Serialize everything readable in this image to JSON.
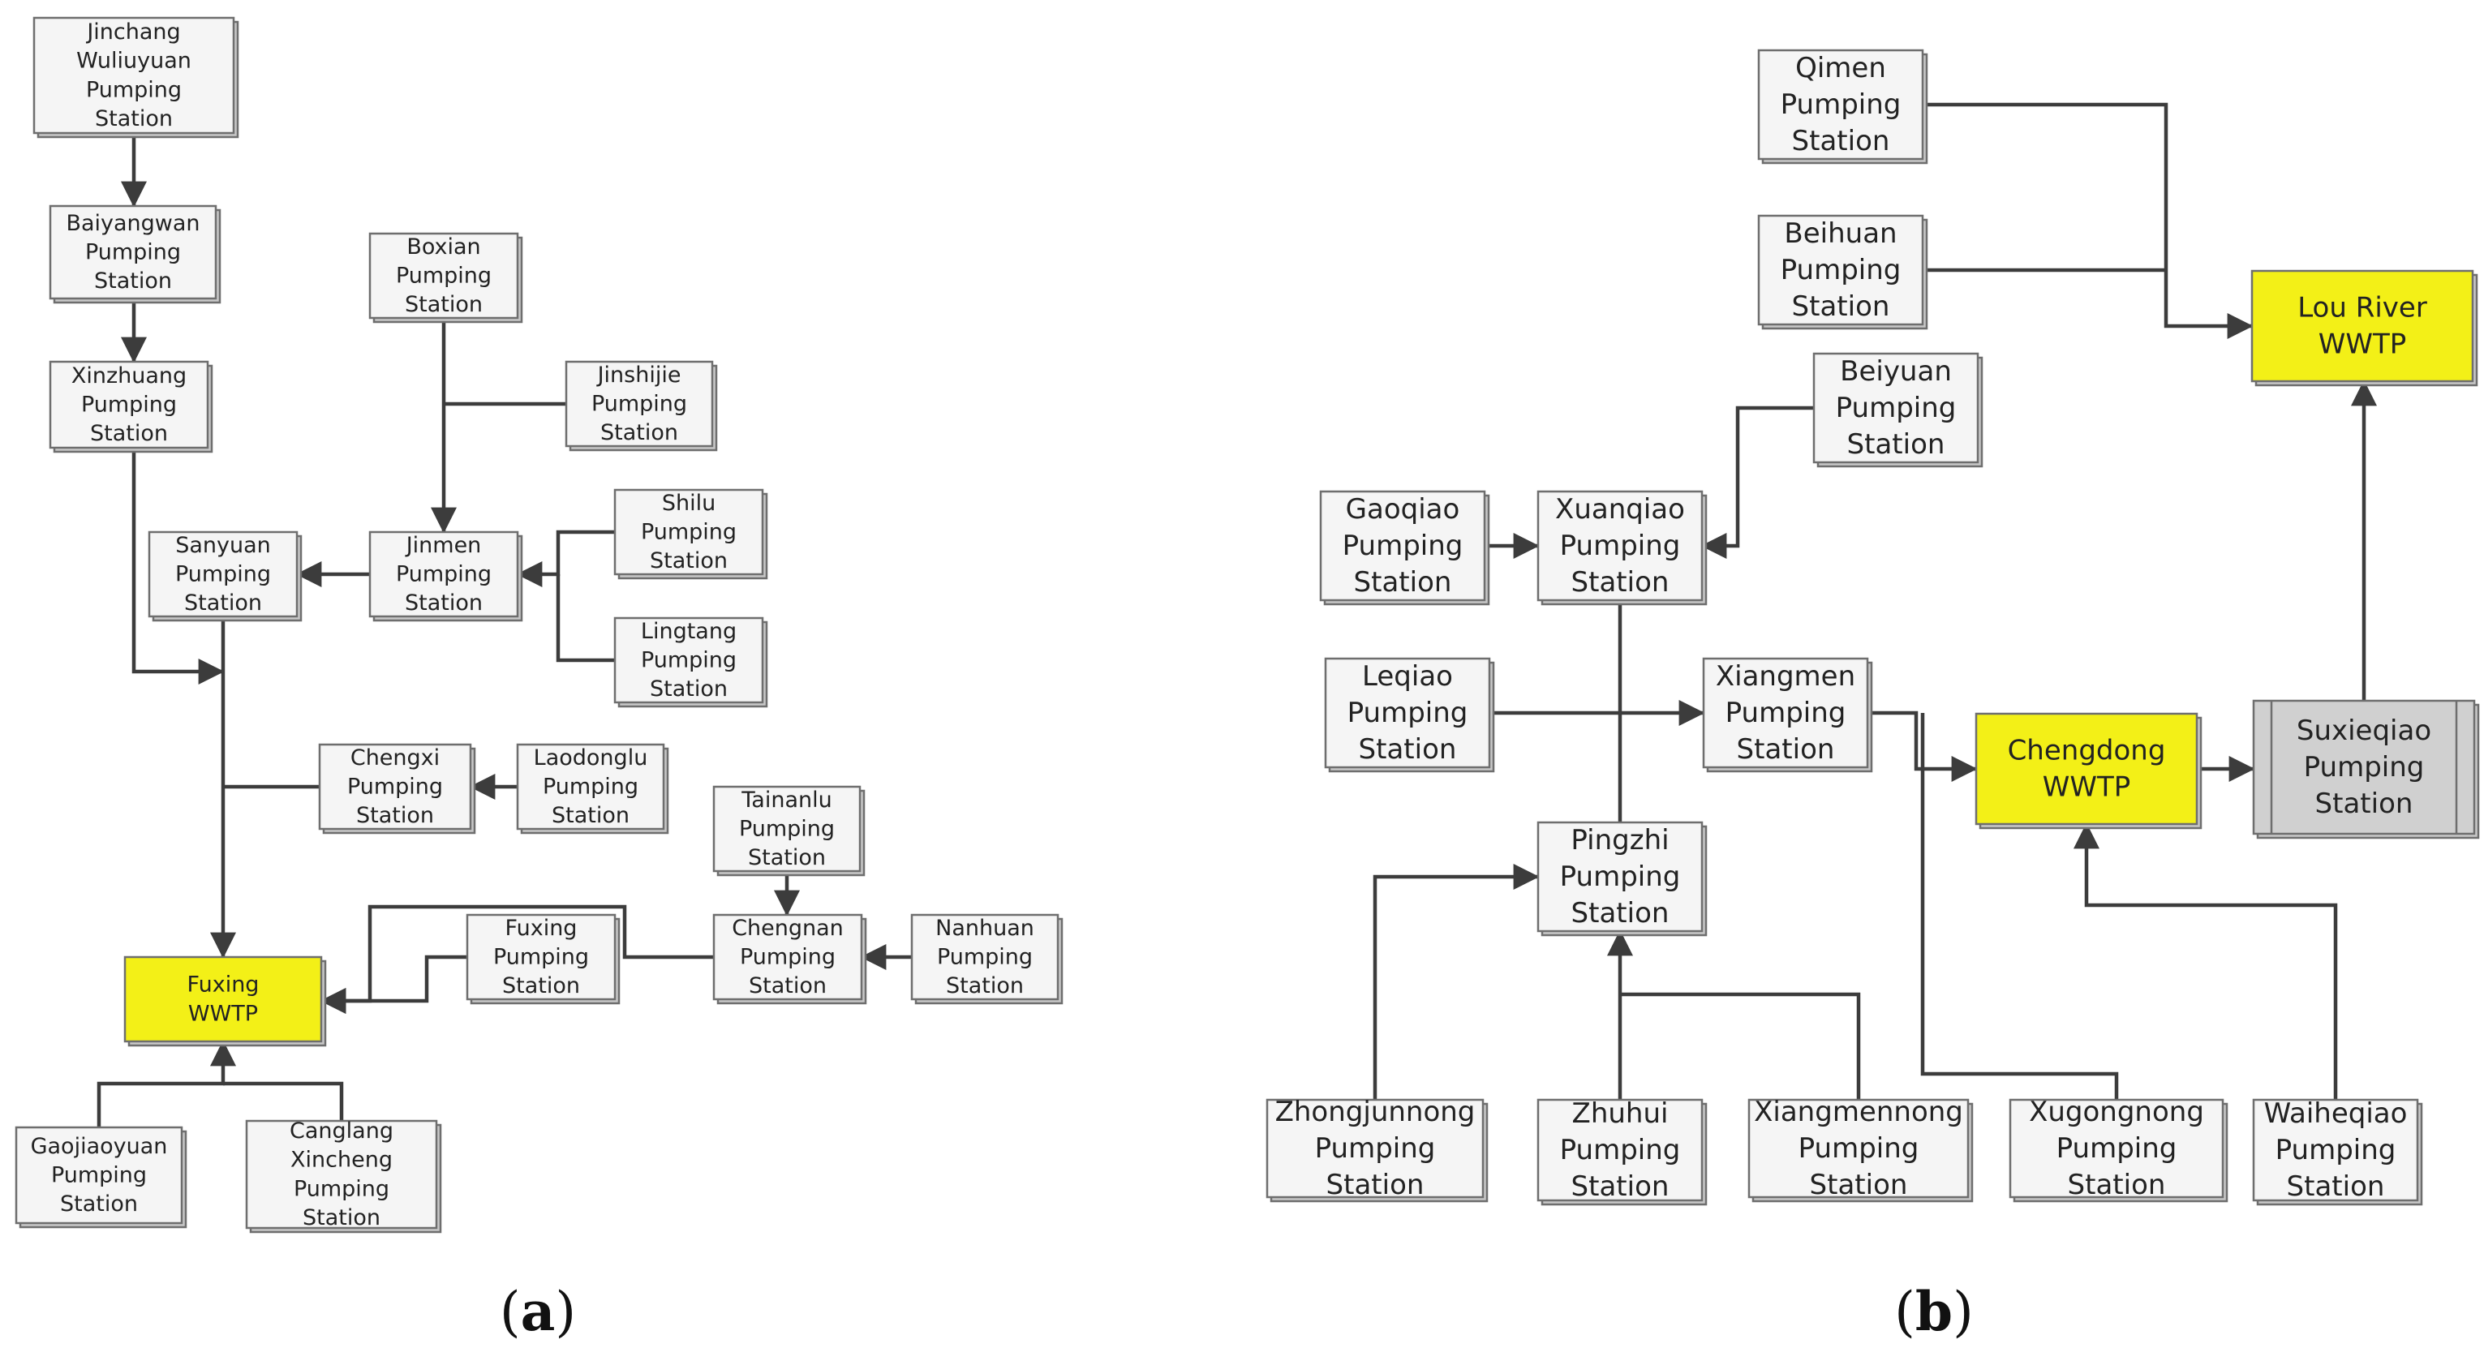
{
  "colors": {
    "box_fill": "#f5f5f5",
    "wwtp_fill": "#f3f017",
    "grey_fill": "#d0d0d0",
    "stroke": "#6e6e6e",
    "line": "#3c3c3c"
  },
  "panel_a": {
    "label_open": "(",
    "label_letter": "a",
    "label_close": ")",
    "nodes": [
      {
        "id": "jinchang",
        "lines": [
          "Jinchang",
          "Wuliuyuan",
          "Pumping",
          "Station"
        ]
      },
      {
        "id": "baiyangwan",
        "lines": [
          "Baiyangwan",
          "Pumping",
          "Station"
        ]
      },
      {
        "id": "xinzhuang",
        "lines": [
          "Xinzhuang",
          "Pumping",
          "Station"
        ]
      },
      {
        "id": "boxian",
        "lines": [
          "Boxian",
          "Pumping",
          "Station"
        ]
      },
      {
        "id": "jinshijie",
        "lines": [
          "Jinshijie",
          "Pumping",
          "Station"
        ]
      },
      {
        "id": "shilu",
        "lines": [
          "Shilu",
          "Pumping",
          "Station"
        ]
      },
      {
        "id": "jinmen",
        "lines": [
          "Jinmen",
          "Pumping",
          "Station"
        ]
      },
      {
        "id": "sanyuan",
        "lines": [
          "Sanyuan",
          "Pumping",
          "Station"
        ]
      },
      {
        "id": "lingtang",
        "lines": [
          "Lingtang",
          "Pumping",
          "Station"
        ]
      },
      {
        "id": "chengxi",
        "lines": [
          "Chengxi",
          "Pumping",
          "Station"
        ]
      },
      {
        "id": "laodonglu",
        "lines": [
          "Laodonglu",
          "Pumping",
          "Station"
        ]
      },
      {
        "id": "tainanlu",
        "lines": [
          "Tainanlu",
          "Pumping",
          "Station"
        ]
      },
      {
        "id": "fuxing_ps",
        "lines": [
          "Fuxing",
          "Pumping",
          "Station"
        ]
      },
      {
        "id": "chengnan",
        "lines": [
          "Chengnan",
          "Pumping",
          "Station"
        ]
      },
      {
        "id": "nanhuan",
        "lines": [
          "Nanhuan",
          "Pumping",
          "Station"
        ]
      },
      {
        "id": "fuxing_wwtp",
        "lines": [
          "Fuxing",
          "WWTP"
        ],
        "kind": "wwtp"
      },
      {
        "id": "gaojiaoyuan",
        "lines": [
          "Gaojiaoyuan",
          "Pumping",
          "Station"
        ]
      },
      {
        "id": "canglang",
        "lines": [
          "Canglang",
          "Xincheng",
          "Pumping",
          "Station"
        ]
      }
    ]
  },
  "panel_b": {
    "label_open": "(",
    "label_letter": "b",
    "label_close": ")",
    "nodes": [
      {
        "id": "qimen",
        "lines": [
          "Qimen",
          "Pumping",
          "Station"
        ]
      },
      {
        "id": "beihuan",
        "lines": [
          "Beihuan",
          "Pumping",
          "Station"
        ]
      },
      {
        "id": "lou_river",
        "lines": [
          "Lou River",
          "WWTP"
        ],
        "kind": "wwtp"
      },
      {
        "id": "beiyuan",
        "lines": [
          "Beiyuan",
          "Pumping",
          "Station"
        ]
      },
      {
        "id": "gaoqiao",
        "lines": [
          "Gaoqiao",
          "Pumping",
          "Station"
        ]
      },
      {
        "id": "xuanqiao",
        "lines": [
          "Xuanqiao",
          "Pumping",
          "Station"
        ]
      },
      {
        "id": "leqiao",
        "lines": [
          "Leqiao",
          "Pumping",
          "Station"
        ]
      },
      {
        "id": "xiangmen",
        "lines": [
          "Xiangmen",
          "Pumping",
          "Station"
        ]
      },
      {
        "id": "chengdong",
        "lines": [
          "Chengdong",
          "WWTP"
        ],
        "kind": "wwtp"
      },
      {
        "id": "suxieqiao",
        "lines": [
          "Suxieqiao",
          "Pumping",
          "Station"
        ],
        "kind": "grey"
      },
      {
        "id": "pingzhi",
        "lines": [
          "Pingzhi",
          "Pumping",
          "Station"
        ]
      },
      {
        "id": "zhongjunnong",
        "lines": [
          "Zhongjunnong",
          "Pumping",
          "Station"
        ]
      },
      {
        "id": "zhuhui",
        "lines": [
          "Zhuhui",
          "Pumping",
          "Station"
        ]
      },
      {
        "id": "xiangmennong",
        "lines": [
          "Xiangmennong",
          "Pumping",
          "Station"
        ]
      },
      {
        "id": "xugongnong",
        "lines": [
          "Xugongnong",
          "Pumping",
          "Station"
        ]
      },
      {
        "id": "waiheqiao",
        "lines": [
          "Waiheqiao",
          "Pumping",
          "Station"
        ]
      }
    ]
  }
}
